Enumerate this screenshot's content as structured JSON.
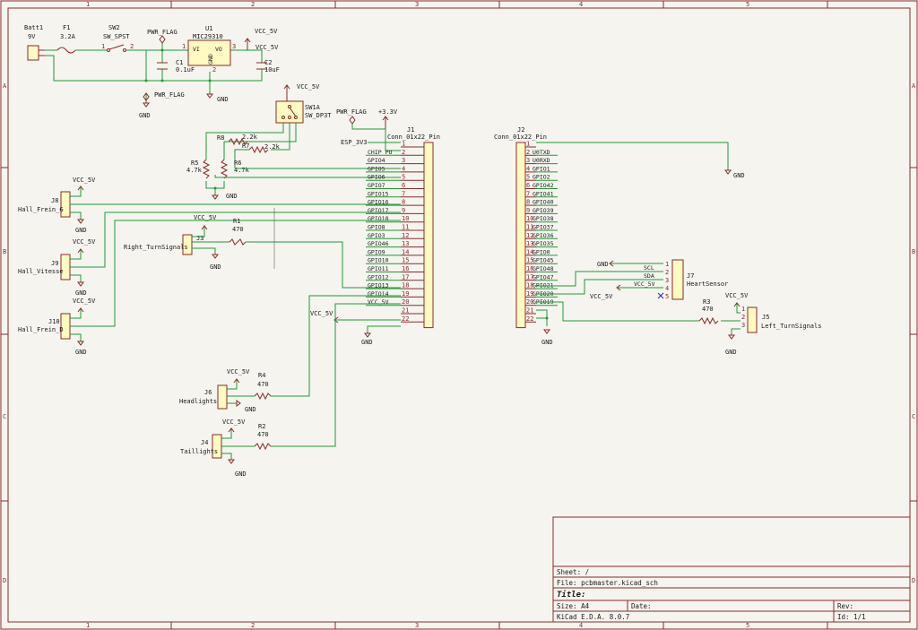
{
  "border": {
    "cols": [
      "1",
      "2",
      "3",
      "4",
      "5"
    ],
    "rows": [
      "A",
      "B",
      "C",
      "D"
    ]
  },
  "title_block": {
    "sheet": "Sheet: /",
    "file": "File: pcbmaster.kicad_sch",
    "title": "Title:",
    "size": "Size: A4",
    "date": "Date:",
    "rev": "Rev:",
    "tool": "KiCad E.D.A. 8.0.7",
    "id": "Id: 1/1"
  },
  "power": {
    "batt_ref": "Batt1",
    "batt_val": "9V",
    "fuse_ref": "F1",
    "fuse_val": "3.2A",
    "sw2_ref": "SW2",
    "sw2_val": "SW_SPST",
    "sw2_p1": "1",
    "sw2_p2": "2",
    "pwr_flag_a": "PWR_FLAG",
    "pwr_flag_b": "PWR_FLAG",
    "pwr_flag_c": "PWR_FLAG",
    "u1_ref": "U1",
    "u1_val": "MIC29310",
    "u1_vi": "VI",
    "u1_vo": "VO",
    "u1_gnd": "GND",
    "u1_p1": "1",
    "u1_p2": "2",
    "u1_p3": "3",
    "vcc_top": "VCC_5V",
    "c1_ref": "C1",
    "c1_val": "0.1uF",
    "c2_ref": "C2",
    "c2_val": "10uF",
    "gnd_a": "GND",
    "gnd_b": "GND"
  },
  "switch": {
    "sw1_ref": "SW1A",
    "sw1_val": "SW_DP3T",
    "vcc": "VCC_5V",
    "r8_ref": "R8",
    "r8_val": "2.2k",
    "r7_ref": "R7",
    "r7_val": "2.2k",
    "r5_ref": "R5",
    "r5_val": "4.7k",
    "r6_ref": "R6",
    "r6_val": "4.7k",
    "gnd": "GND"
  },
  "j1": {
    "ref": "J1",
    "val": "Conn_01x22_Pin",
    "pwr_flag": "PWR_FLAG",
    "v33": "+3.3V",
    "esp": "ESP_3V3",
    "gnd": "GND",
    "nets": [
      "",
      "CHIP_PU",
      "GPIO4",
      "GPIO5",
      "GPIO6",
      "GPIO7",
      "GPIO15",
      "GPIO16",
      "GPIO17",
      "GPIO18",
      "GPIO8",
      "GPIO3",
      "GPIO46",
      "GPIO9",
      "GPIO10",
      "GPIO11",
      "GPIO12",
      "GPIO13",
      "GPIO14",
      "VCC_5V",
      "",
      ""
    ],
    "nums": [
      "1",
      "2",
      "3",
      "4",
      "5",
      "6",
      "7",
      "8",
      "9",
      "10",
      "11",
      "12",
      "13",
      "14",
      "15",
      "16",
      "17",
      "18",
      "19",
      "20",
      "21",
      "22"
    ]
  },
  "j2": {
    "ref": "J2",
    "val": "Conn_01x22_Pin",
    "gnd": "GND",
    "gnd_r": "GND",
    "nets": [
      "",
      "U0TXD",
      "U0RXD",
      "GPIO1",
      "GPIO2",
      "GPIO42",
      "GPIO41",
      "GPIO40",
      "GPIO39",
      "GPIO38",
      "GPIO37",
      "GPIO36",
      "GPIO35",
      "GPIO0",
      "GPIO45",
      "GPIO48",
      "GPIO47",
      "GPIO21",
      "GPIO20",
      "GPIO19",
      "",
      ""
    ],
    "nums": [
      "1",
      "2",
      "3",
      "4",
      "5",
      "6",
      "7",
      "8",
      "9",
      "10",
      "11",
      "12",
      "13",
      "14",
      "15",
      "16",
      "17",
      "18",
      "19",
      "20",
      "21",
      "22"
    ]
  },
  "j7": {
    "ref": "J7",
    "val": "HeartSensor",
    "nets": [
      "SCL",
      "SDA",
      "VCC_5V"
    ],
    "gnd": "GND",
    "vcc": "VCC_5V",
    "nums": [
      "1",
      "2",
      "3",
      "4",
      "5"
    ]
  },
  "j5": {
    "ref": "J5",
    "val": "Left_TurnSignals",
    "r_ref": "R3",
    "r_val": "470",
    "vcc": "VCC_5V",
    "gnd": "GND"
  },
  "j8": {
    "ref": "J8",
    "val": "Hall_Frein_G",
    "vcc": "VCC_5V",
    "gnd": "GND"
  },
  "j9": {
    "ref": "J9",
    "val": "Hall_Vitesse",
    "vcc": "VCC_5V",
    "gnd": "GND"
  },
  "j10": {
    "ref": "J10",
    "val": "Hall_Frein_D",
    "vcc": "VCC_5V",
    "gnd": "GND"
  },
  "j3": {
    "ref": "J3",
    "val": "Right_TurnSignals",
    "r_ref": "R1",
    "r_val": "470",
    "vcc": "VCC_5V",
    "gnd": "GND"
  },
  "j6": {
    "ref": "J6",
    "val": "Headlights",
    "r_ref": "R4",
    "r_val": "470",
    "vcc": "VCC_5V",
    "gnd": "GND"
  },
  "j4": {
    "ref": "J4",
    "val": "Taillights",
    "r_ref": "R2",
    "r_val": "470",
    "vcc": "VCC_5V",
    "gnd": "GND"
  },
  "vcc_mid": "VCC_5V",
  "colors": {
    "wire": "#1f9a34",
    "border": "#8b2a2a",
    "body_fill": "#fff9c2",
    "background": "#f5f4ef"
  }
}
